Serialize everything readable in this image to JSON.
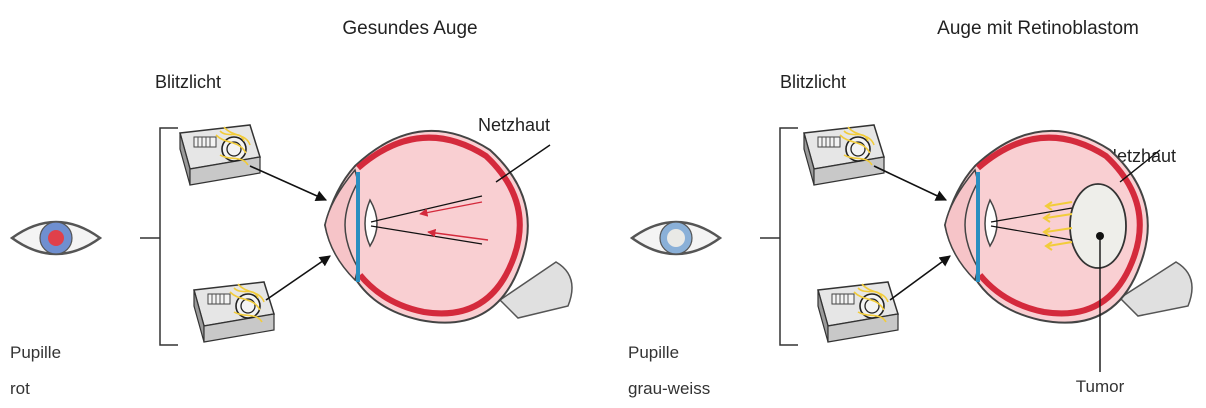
{
  "healthy": {
    "title": "Gesundes Auge",
    "flash_label": "Blitzlicht",
    "retina_label": "Netzhaut",
    "pupil_label_line1": "Pupille",
    "pupil_label_line2": "rot"
  },
  "retinoblastoma": {
    "title": "Auge mit Retinoblastom",
    "flash_label": "Blitzlicht",
    "retina_label": "Netzhaut",
    "pupil_label_line1": "Pupille",
    "pupil_label_line2": "grau-weiss",
    "tumor_label": "Tumor"
  },
  "colors": {
    "retina_red": "#d42a3c",
    "eyeball_fill": "#f9cfd2",
    "cornea_blue": "#2a8fc0",
    "pupil_red": "#e0404a",
    "iris_blue": "#6f8fd0",
    "tumor_fill": "#eeeeea",
    "flash_yellow": "#f2cc3a"
  },
  "icons": [
    "camera-icon",
    "eye-icon",
    "flash-burst-icon"
  ]
}
